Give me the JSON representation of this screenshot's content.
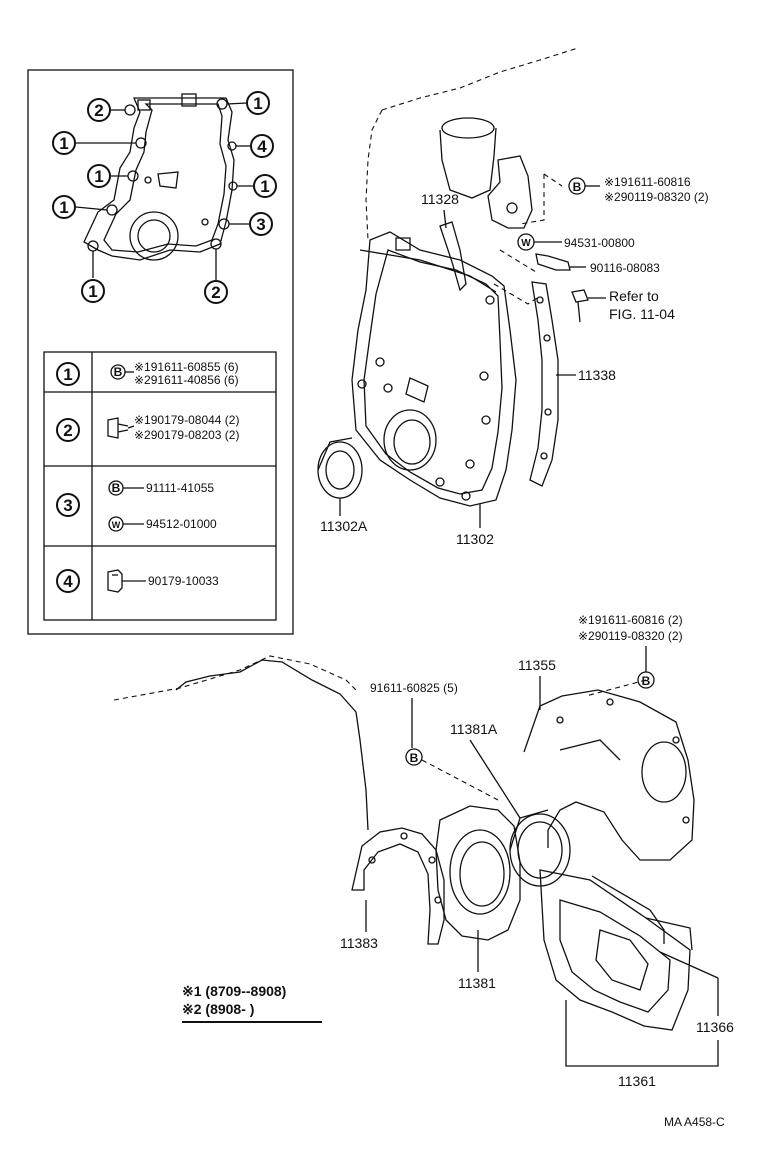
{
  "callout_circles": {
    "c1": "1",
    "c2": "2",
    "c3": "3",
    "c4": "4"
  },
  "icons": {
    "bolt": "B",
    "washer": "W"
  },
  "inset_table": {
    "row1": {
      "line1": "※191611-60855 (6)",
      "line2": "※291611-40856 (6)"
    },
    "row2": {
      "line1": "※190179-08044 (2)",
      "line2": "※290179-08203 (2)"
    },
    "row3": {
      "line1": "91111-41055",
      "line2": "94512-01000"
    },
    "row4": {
      "line1": "90179-10033"
    }
  },
  "top_parts": {
    "p11328": "11328",
    "bolt_line1": "※191611-60816",
    "bolt_line2": "※290119-08320 (2)",
    "washer": "94531-00800",
    "stud": "90116-08083",
    "refer1": "Refer to",
    "refer2": "FIG. 11-04",
    "p11338": "11338",
    "p11302A": "11302A",
    "p11302": "11302"
  },
  "bottom_parts": {
    "bolt_line1": "※191611-60816 (2)",
    "bolt_line2": "※290119-08320 (2)",
    "p11355": "11355",
    "bolt2": "91611-60825 (5)",
    "p11381A": "11381A",
    "p11383": "11383",
    "p11381": "11381",
    "p11366": "11366",
    "p11361": "11361"
  },
  "legend": {
    "line1": "※1 (8709--8908)",
    "line2": "※2 (8908-        )"
  },
  "footer": {
    "code": "MA  A458-C"
  }
}
